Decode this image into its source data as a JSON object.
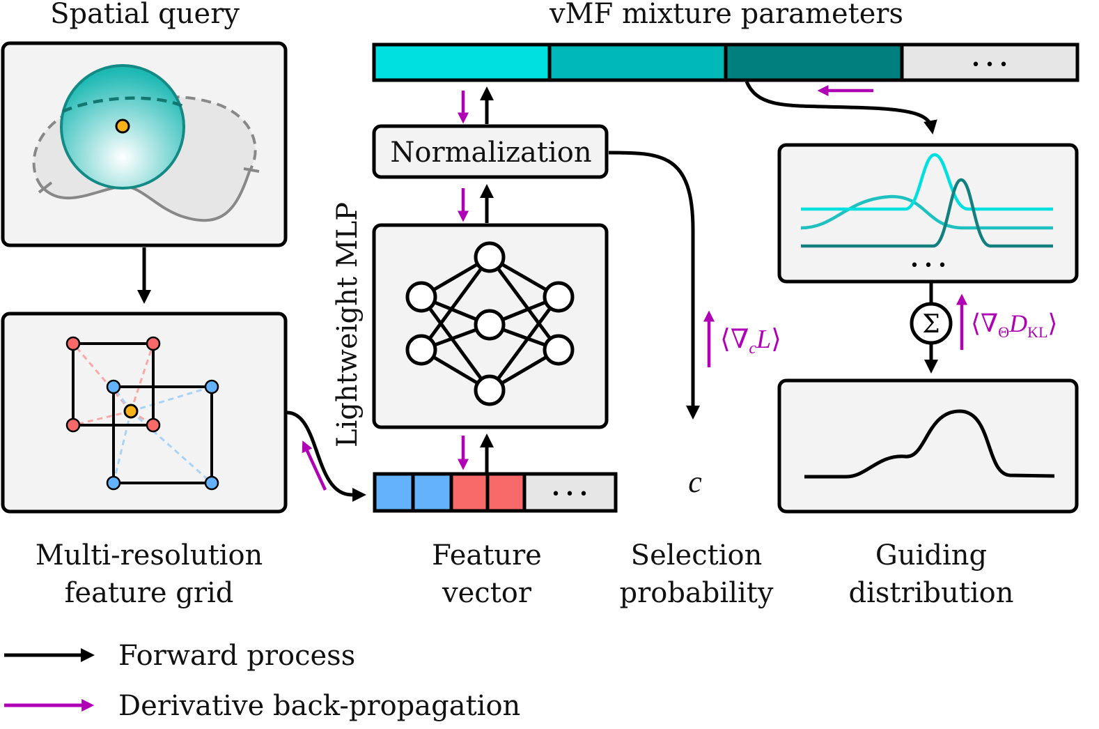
{
  "labels": {
    "spatial_query": "Spatial query",
    "vmf_params": "vMF mixture parameters",
    "normalization": "Normalization",
    "mlp": "Lightweight MLP",
    "grid_line1": "Multi-resolution",
    "grid_line2": "feature grid",
    "feature_line1": "Feature",
    "feature_line2": "vector",
    "selection_line1": "Selection",
    "selection_line2": "probability",
    "guiding_line1": "Guiding",
    "guiding_line2": "distribution",
    "c_symbol": "c",
    "sum_symbol": "Σ",
    "ellipsis": "• • •",
    "grad_c_text": "⟨∇cL⟩",
    "grad_kl_text": "⟨∇ΘDKL⟩"
  },
  "gradient_c": {
    "open": "⟨∇",
    "sub": "c",
    "main": "L",
    "close": "⟩"
  },
  "gradient_kl": {
    "open": "⟨∇",
    "sub": "Θ",
    "main": "D",
    "sub2": "KL",
    "close": "⟩"
  },
  "legend": {
    "forward": "Forward process",
    "backward": "Derivative back-propagation"
  },
  "colors": {
    "black": "#000000",
    "magenta": "#b000b5",
    "box_fill": "#f3f3f3",
    "vmf_1": "#00e0e0",
    "vmf_2": "#00b8b8",
    "vmf_3": "#007f7f",
    "vmf_rest": "#e6e6e6",
    "feature_blue": "#63b2fb",
    "feature_red": "#f86a6a",
    "query_point": "#f7b21a",
    "sphere_teal": "#148a85"
  }
}
